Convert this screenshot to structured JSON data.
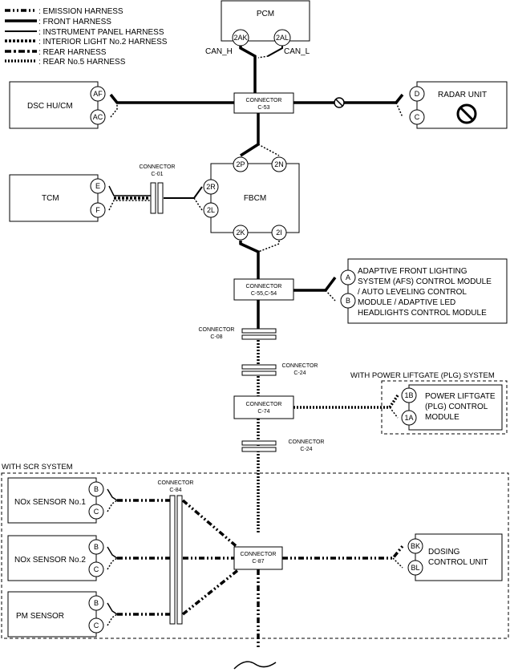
{
  "legend": [
    {
      "label": ": EMISSION HARNESS",
      "style": "emis"
    },
    {
      "label": ": FRONT HARNESS",
      "style": "front"
    },
    {
      "label": ": INSTRUMENT PANEL HARNESS",
      "style": "inst"
    },
    {
      "label": ": INTERIOR LIGHT No.2 HARNESS",
      "style": "intl"
    },
    {
      "label": ": REAR HARNESS",
      "style": "rear"
    },
    {
      "label": ": REAR No.5 HARNESS",
      "style": "rear5"
    }
  ],
  "pcm": {
    "title": "PCM",
    "pin_h": "2AK",
    "pin_l": "2AL",
    "can_h": "CAN_H",
    "can_l": "CAN_L"
  },
  "dsc": {
    "title": "DSC HU/CM",
    "pin1": "AF",
    "pin2": "AC"
  },
  "c53": {
    "title": "CONNECTOR",
    "id": "C-53"
  },
  "radar": {
    "title": "RADAR UNIT",
    "pin1": "D",
    "pin2": "C"
  },
  "fbcm": {
    "title": "FBCM",
    "pins": [
      "2P",
      "2N",
      "2R",
      "2L",
      "2K",
      "2I"
    ]
  },
  "tcm": {
    "title": "TCM",
    "pin1": "E",
    "pin2": "F"
  },
  "c01": {
    "title": "CONNECTOR",
    "id": "C-01"
  },
  "c55": {
    "title": "CONNECTOR",
    "id": "C-55,C-54"
  },
  "afs": {
    "pin1": "A",
    "pin2": "B",
    "lines": [
      "ADAPTIVE FRONT LIGHTING",
      "SYSTEM (AFS) CONTROL MODULE",
      "/ AUTO LEVELING CONTROL",
      "MODULE / ADAPTIVE LED",
      "HEADLIGHTS CONTROL MODULE"
    ]
  },
  "c08": {
    "title": "CONNECTOR",
    "id": "C-08"
  },
  "c24a": {
    "title": "CONNECTOR",
    "id": "C-24"
  },
  "plg_group": "WITH POWER LIFTGATE (PLG) SYSTEM",
  "c74": {
    "title": "CONNECTOR",
    "id": "C-74"
  },
  "plg": {
    "pin1": "1B",
    "pin2": "1A",
    "lines": [
      "POWER LIFTGATE",
      "(PLG) CONTROL",
      "MODULE"
    ]
  },
  "c24b": {
    "title": "CONNECTOR",
    "id": "C-24"
  },
  "scr_group": "WITH SCR SYSTEM",
  "c84": {
    "title": "CONNECTOR",
    "id": "C-84"
  },
  "nox1": {
    "title": "NOx SENSOR No.1",
    "pin1": "B",
    "pin2": "C"
  },
  "nox2": {
    "title": "NOx SENSOR No.2",
    "pin1": "B",
    "pin2": "C"
  },
  "pm": {
    "title": "PM SENSOR",
    "pin1": "B",
    "pin2": "C"
  },
  "c87": {
    "title": "CONNECTOR",
    "id": "C-87"
  },
  "dosing": {
    "pin1": "BK",
    "pin2": "BL",
    "lines": [
      "DOSING",
      "CONTROL UNIT"
    ]
  }
}
